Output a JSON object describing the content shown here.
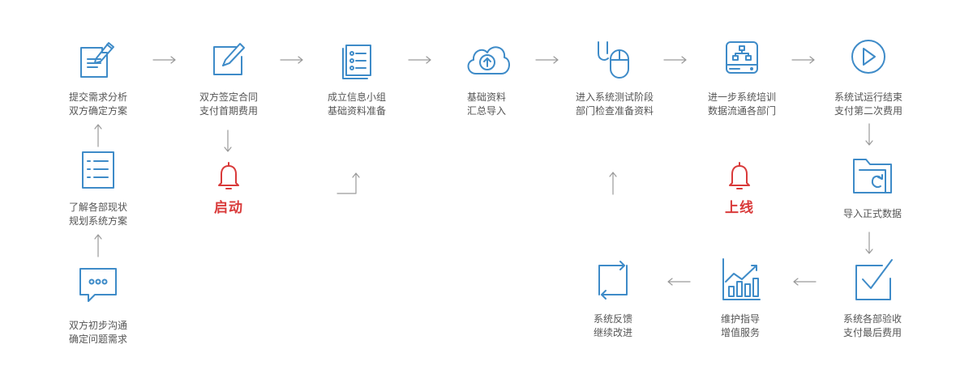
{
  "steps": {
    "s1": {
      "line1": "提交需求分析",
      "line2": "双方确定方案"
    },
    "s2": {
      "line1": "双方签定合同",
      "line2": "支付首期费用"
    },
    "s3": {
      "line1": "成立信息小组",
      "line2": "基础资料准备"
    },
    "s4": {
      "line1": "基础资料",
      "line2": "汇总导入"
    },
    "s5": {
      "line1": "进入系统测试阶段",
      "line2": "部门检查准备资料"
    },
    "s6": {
      "line1": "进一步系统培训",
      "line2": "数据流通各部门"
    },
    "s7": {
      "line1": "系统试运行结束",
      "line2": "支付第二次费用"
    },
    "s8": {
      "line1": "导入正式数据"
    },
    "s9": {
      "line1": "系统各部验收",
      "line2": "支付最后费用"
    },
    "s10": {
      "line1": "维护指导",
      "line2": "增值服务"
    },
    "s11": {
      "line1": "系统反馈",
      "line2": "继续改进"
    },
    "b1": {
      "line1": "了解各部现状",
      "line2": "规划系统方案"
    },
    "b2": {
      "line1": "双方初步沟通",
      "line2": "确定问题需求"
    }
  },
  "milestones": {
    "start": "启动",
    "live": "上线"
  },
  "colors": {
    "icon": "#3e8bc8",
    "arrow": "#9a9a9a",
    "milestone": "#d93a3a",
    "text": "#555555"
  },
  "icons": {
    "s1": "document-pen-icon",
    "s2": "contract-sign-icon",
    "s3": "list-document-icon",
    "s4": "cloud-upload-icon",
    "s5": "mouse-icon",
    "s6": "network-drive-icon",
    "s7": "play-circle-icon",
    "s8": "folder-refresh-icon",
    "s9": "checkbox-icon",
    "s10": "bar-chart-trend-icon",
    "s11": "cycle-arrows-icon",
    "b1": "checklist-icon",
    "b2": "chat-bubble-icon",
    "start": "bell-icon",
    "live": "bell-icon"
  }
}
